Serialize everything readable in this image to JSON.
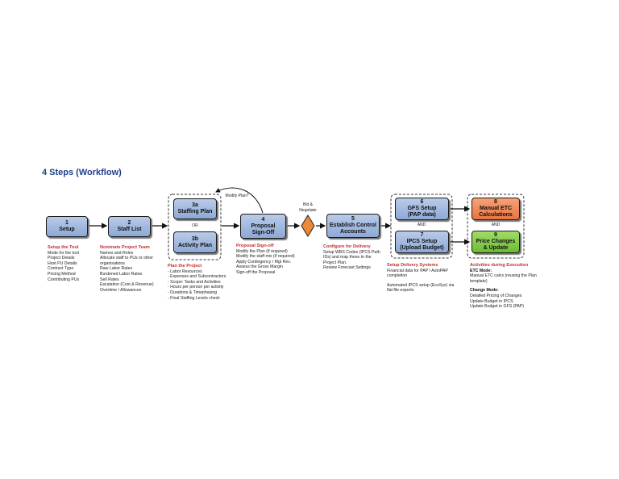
{
  "title": "4  Steps (Workflow)",
  "boxes": {
    "b1": {
      "num": "1",
      "label": "Setup"
    },
    "b2": {
      "num": "2",
      "label": "Staff List"
    },
    "b3a": {
      "num": "3a",
      "label": "Staffing Plan"
    },
    "b3b": {
      "num": "3b",
      "label": "Activity Plan"
    },
    "b4": {
      "num": "4",
      "label1": "Proposal",
      "label2": "Sign-Off"
    },
    "b5": {
      "num": "5",
      "label1": "Establish Control",
      "label2": "Accounts"
    },
    "b6": {
      "num": "6",
      "label1": "GFS Setup",
      "label2": "(PAP data)"
    },
    "b7": {
      "num": "7",
      "label1": "IPCS Setup",
      "label2": "(Upload Budget)"
    },
    "b8": {
      "num": "8",
      "label1": "Manual ETC",
      "label2": "Calculations"
    },
    "b9": {
      "num": "9",
      "label1": "Price Changes",
      "label2": "& Update"
    }
  },
  "connectors": {
    "or": "OR",
    "and1": "AND",
    "and2": "AND",
    "modify_plan": "Modify Plan?",
    "bid1": "Bid &",
    "bid2": "Negotiate"
  },
  "descriptions": {
    "d1": {
      "heading": "Setup the Tool",
      "lines": [
        "Mode for the tool",
        "Project Details",
        "Host PU Details",
        "Contract Type",
        "Pricing Method",
        "Contributing PUs"
      ]
    },
    "d2": {
      "heading": "Nominate Project Team",
      "lines": [
        "Names and Roles",
        "Allocate staff to PUs or other",
        "organisations",
        "Raw Labor Rates",
        "Burdened Labor Rates",
        "Sell Rates",
        "Escalation (Cost & Revenue)",
        "Overtime / Allowances"
      ]
    },
    "d3": {
      "heading": "Plan the Project",
      "lines": [
        "- Labor Resources",
        "- Expenses and Subcontractors",
        "- Scope: Tasks and Activities",
        "- Hours per person per activity",
        "- Durations & Timephasing",
        "- Final Staffing Levels check"
      ]
    },
    "d4": {
      "heading": "Proposal Sign-off",
      "lines": [
        "Modify the Plan (if required)",
        "Modify the staff mix (if required)",
        "Apply Contingency / Mgt Rev.",
        "Assess the Gross Margin",
        "Sign-off the Proposal"
      ]
    },
    "d5": {
      "heading": "Configure for Delivery",
      "lines": [
        "Setup WBS Codes (IPCS Path",
        "IDs) and map these to the",
        "Project Plan.",
        "Review Forecast Settings"
      ]
    },
    "d6": {
      "heading": "Setup Delivery Systems",
      "lines": [
        "Financial data for PAP / AutoPAP",
        "completion"
      ],
      "lines2": [
        "Automated IPCS setup (EcoSys) via",
        "flat file exports"
      ]
    },
    "d7": {
      "heading": "Activities during Execution",
      "sub1": "ETC Mode:",
      "lines": [
        "Manual ETC calcs (reusing the Plan",
        "template)"
      ],
      "sub2": "Change Mode:",
      "lines2": [
        "Detailed Pricing of Changes",
        "Update Budget in IPCS",
        "Update Budget in GFS (PAP)"
      ]
    }
  }
}
